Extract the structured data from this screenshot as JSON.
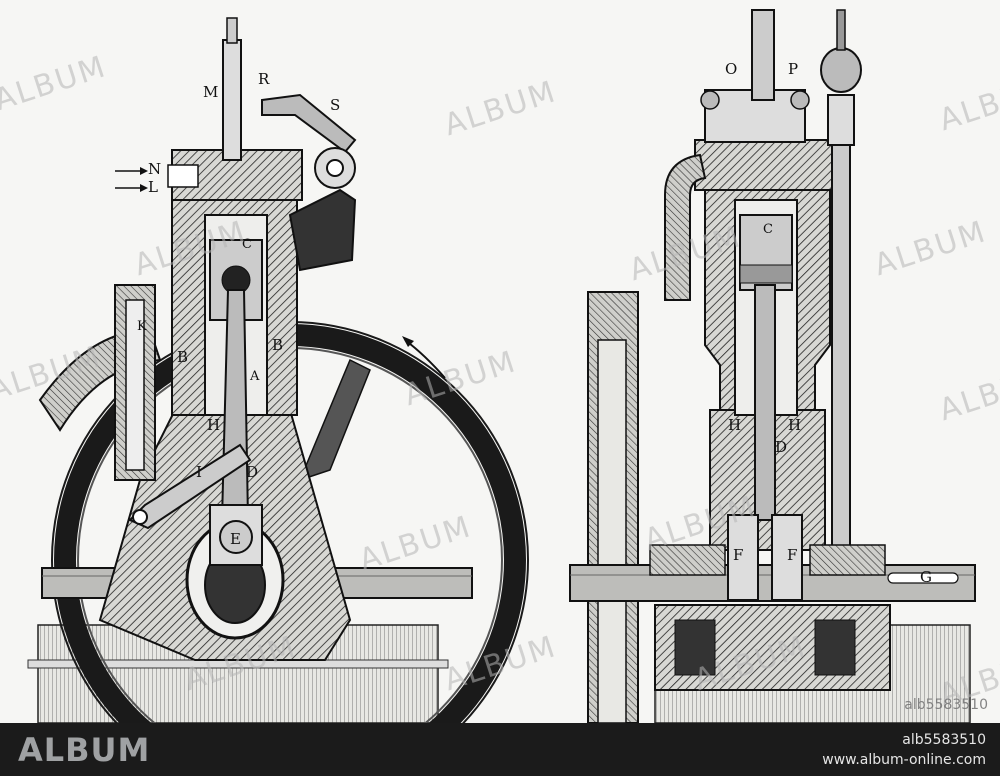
{
  "figure": {
    "left_view_labels": {
      "M": "M",
      "R": "R",
      "S": "S",
      "N": "N",
      "L": "L",
      "C": "C",
      "K": "K",
      "B_left": "B",
      "B_right": "B",
      "A": "A",
      "H": "H",
      "I": "I",
      "D": "D",
      "E": "E"
    },
    "right_view_labels": {
      "O": "O",
      "P": "P",
      "C": "C",
      "H_left": "H",
      "H_right": "H",
      "D": "D",
      "F_left": "F",
      "F_right": "F",
      "G": "G"
    },
    "watermark_text": "ALBUM",
    "stock_id": "alb5583510"
  },
  "footer": {
    "logo": "ALBUM",
    "image_id": "alb5583510",
    "url": "www.album-online.com"
  },
  "colors": {
    "ink": "#1a1a1a",
    "paper": "#f6f6f4",
    "footer_bg": "#1b1b1b",
    "logo_gray": "#9fa1a3"
  }
}
